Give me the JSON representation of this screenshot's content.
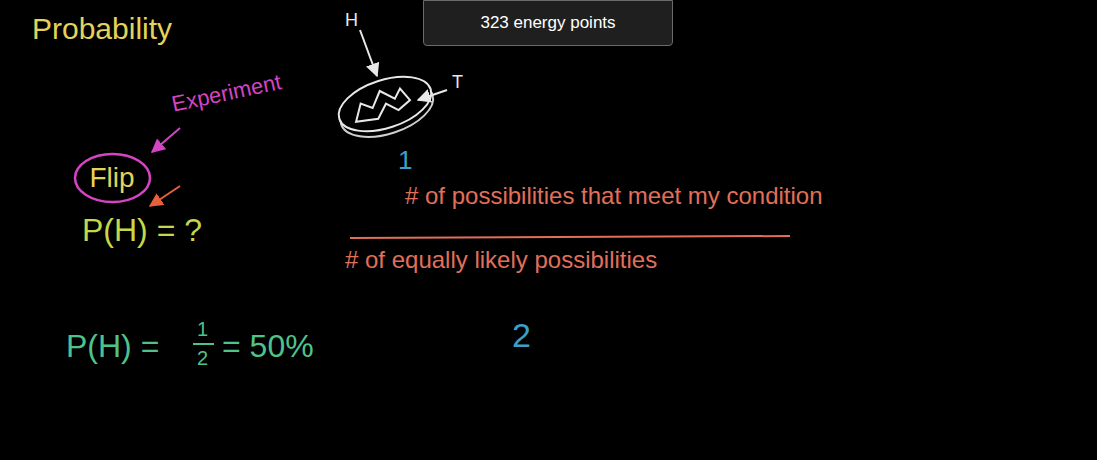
{
  "diagram": {
    "title": "Probability",
    "nodes": [
      {
        "text": [
          "323 energy points"
        ]
      },
      {
        "text": [
          "Flip"
        ]
      }
    ],
    "labels": [
      "H",
      "T",
      "Experiment",
      "P(H) = ?",
      "1",
      "# of possibilities that meet my condition",
      "# of equally likely possibilities",
      "2",
      "P(H) =",
      "1",
      "2",
      "= 50%"
    ]
  }
}
